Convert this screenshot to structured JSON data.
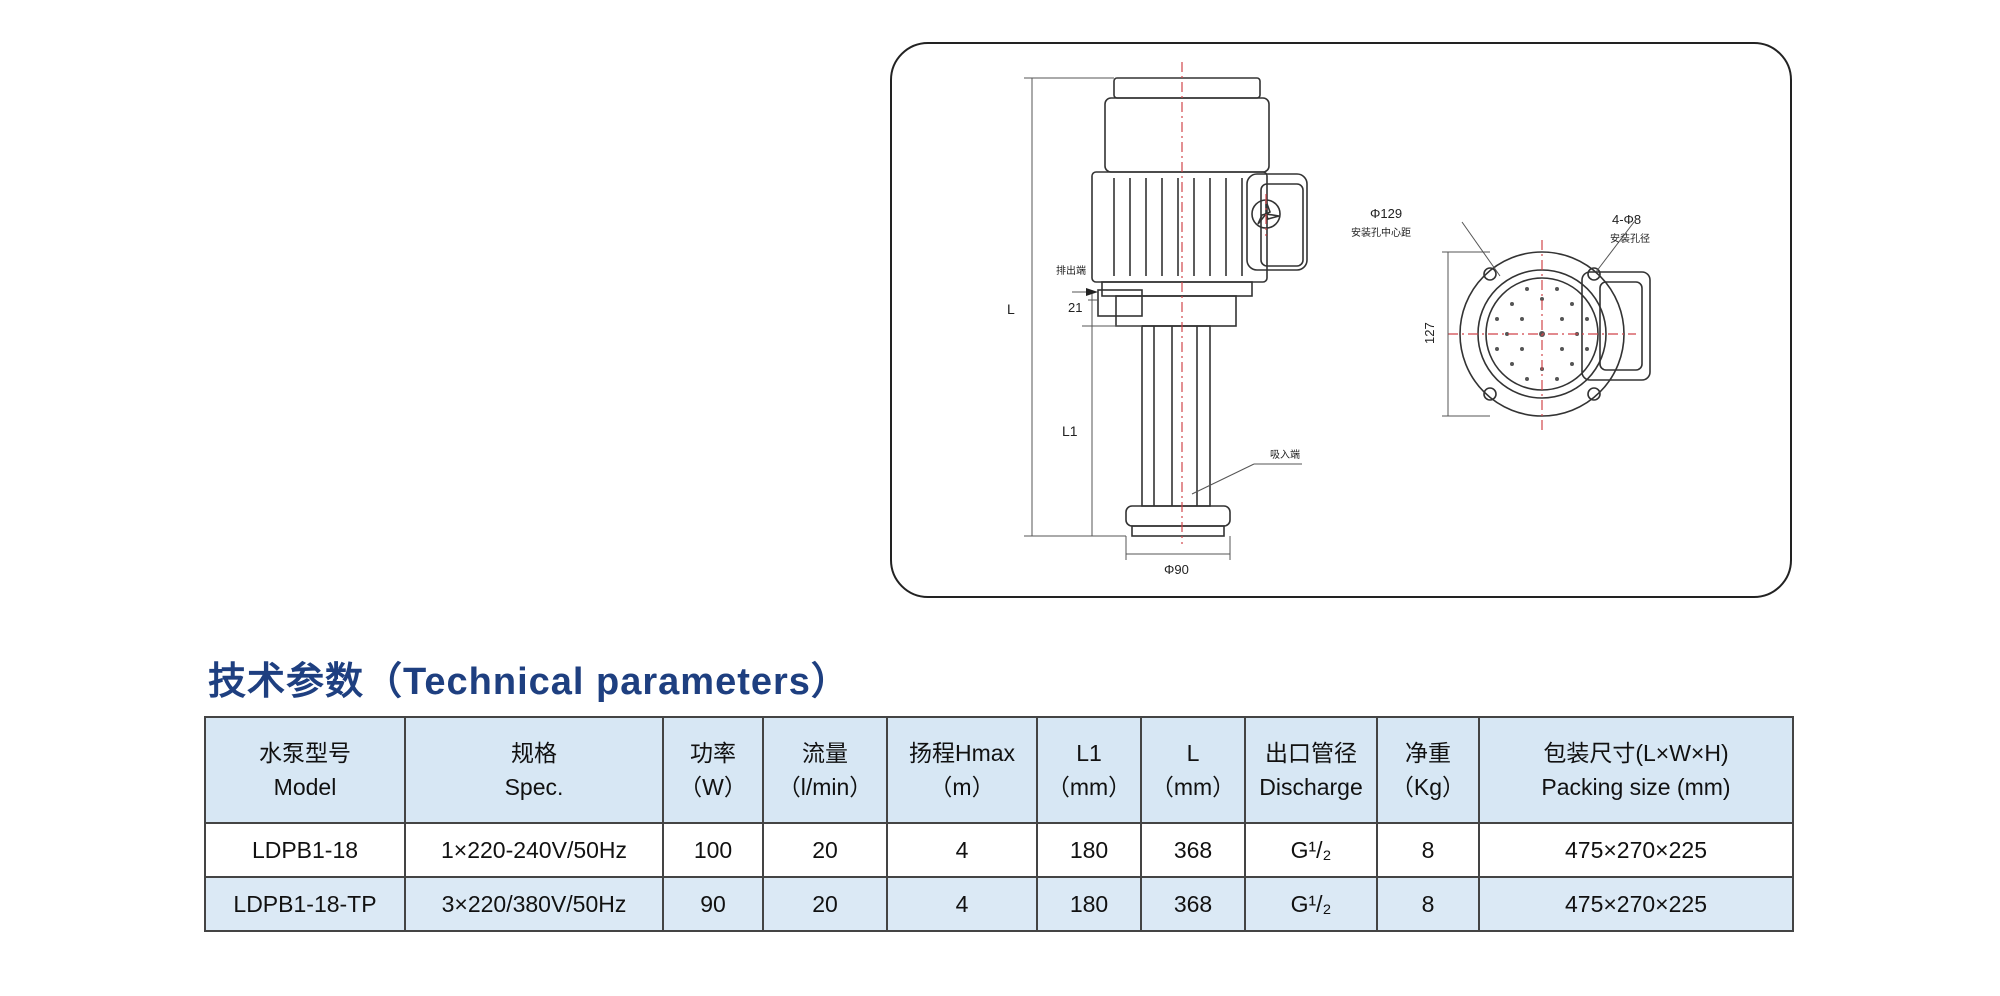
{
  "drawing": {
    "labels": {
      "discharge": "排出端",
      "suction": "吸入端",
      "dim_21": "21",
      "dim_L": "L",
      "dim_L1": "L1",
      "dim_phi90": "Φ90",
      "dim_phi129": "Φ129",
      "phi129_note": "安装孔中心距",
      "dim_holes": "4-Φ8",
      "holes_note": "安装孔径",
      "dim_127": "127"
    },
    "colors": {
      "line": "#333333",
      "centerline": "#d0454a"
    }
  },
  "section": {
    "title": "技术参数（Technical parameters）"
  },
  "table": {
    "headers": [
      {
        "zh": "水泵型号",
        "en": "Model"
      },
      {
        "zh": "规格",
        "en": "Spec."
      },
      {
        "zh": "功率",
        "en": "（W）"
      },
      {
        "zh": "流量",
        "en": "（l/min）"
      },
      {
        "zh": "扬程Hmax",
        "en": "（m）"
      },
      {
        "zh": "L1",
        "en": "（mm）"
      },
      {
        "zh": "L",
        "en": "（mm）"
      },
      {
        "zh": "出口管径",
        "en": "Discharge"
      },
      {
        "zh": "净重",
        "en": "（Kg）"
      },
      {
        "zh": "包装尺寸(L×W×H)",
        "en": "Packing size (mm)"
      }
    ],
    "rows": [
      [
        "LDPB1-18",
        "1×220-240V/50Hz",
        "100",
        "20",
        "4",
        "180",
        "368",
        "G¹/₂",
        "8",
        "475×270×225"
      ],
      [
        "LDPB1-18-TP",
        "3×220/380V/50Hz",
        "90",
        "20",
        "4",
        "180",
        "368",
        "G¹/₂",
        "8",
        "475×270×225"
      ]
    ],
    "colors": {
      "header_bg": "#d7e7f4",
      "alt_row_bg": "#dbe9f5",
      "title_color": "#1e3f80"
    }
  }
}
